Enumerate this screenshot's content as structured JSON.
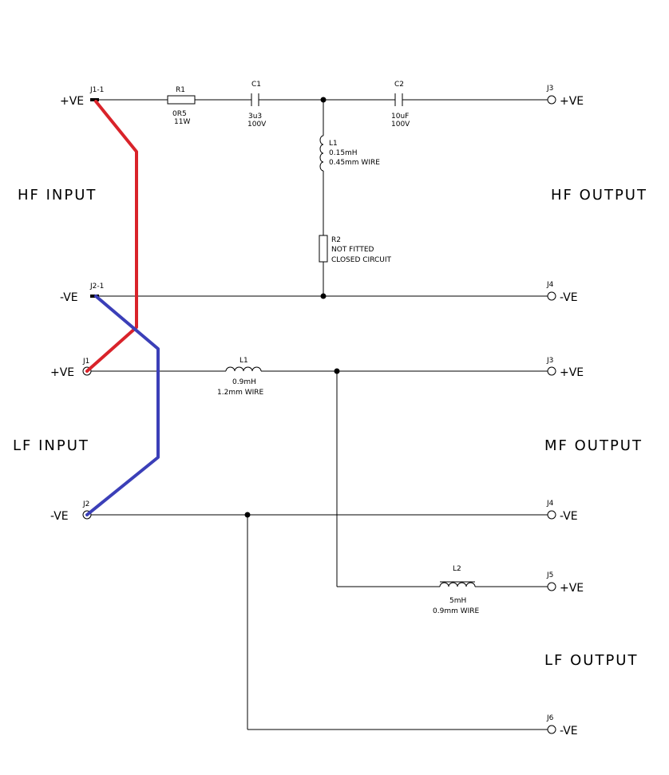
{
  "sections": {
    "hf_input": "HF INPUT",
    "hf_output": "HF OUTPUT",
    "lf_input": "LF INPUT",
    "mf_output": "MF OUTPUT",
    "lf_output": "LF OUTPUT"
  },
  "polarity": {
    "pos": "+VE",
    "neg": "-VE"
  },
  "connectors": {
    "j1_1": "J1-1",
    "j2_1": "J2-1",
    "j1": "J1",
    "j2": "J2",
    "hf_j3": "J3",
    "hf_j4": "J4",
    "mf_j3": "J3",
    "mf_j4": "J4",
    "lf_j5": "J5",
    "lf_j6": "J6"
  },
  "components": {
    "r1": {
      "ref": "R1",
      "value": "0R5",
      "rating": "11W"
    },
    "c1": {
      "ref": "C1",
      "value": "3u3",
      "rating": "100V"
    },
    "c2": {
      "ref": "C2",
      "value": "10uF",
      "rating": "100V"
    },
    "hf_l1": {
      "ref": "L1",
      "value": "0.15mH",
      "wire": "0.45mm WIRE"
    },
    "r2": {
      "ref": "R2",
      "line1": "NOT FITTED",
      "line2": "CLOSED CIRCUIT"
    },
    "mf_l1": {
      "ref": "L1",
      "value": "0.9mH",
      "wire": "1.2mm WIRE"
    },
    "l2": {
      "ref": "L2",
      "value": "5mH",
      "wire": "0.9mm WIRE"
    }
  },
  "jumper_colors": {
    "positive": "#d9232a",
    "negative": "#3b3fb8"
  }
}
